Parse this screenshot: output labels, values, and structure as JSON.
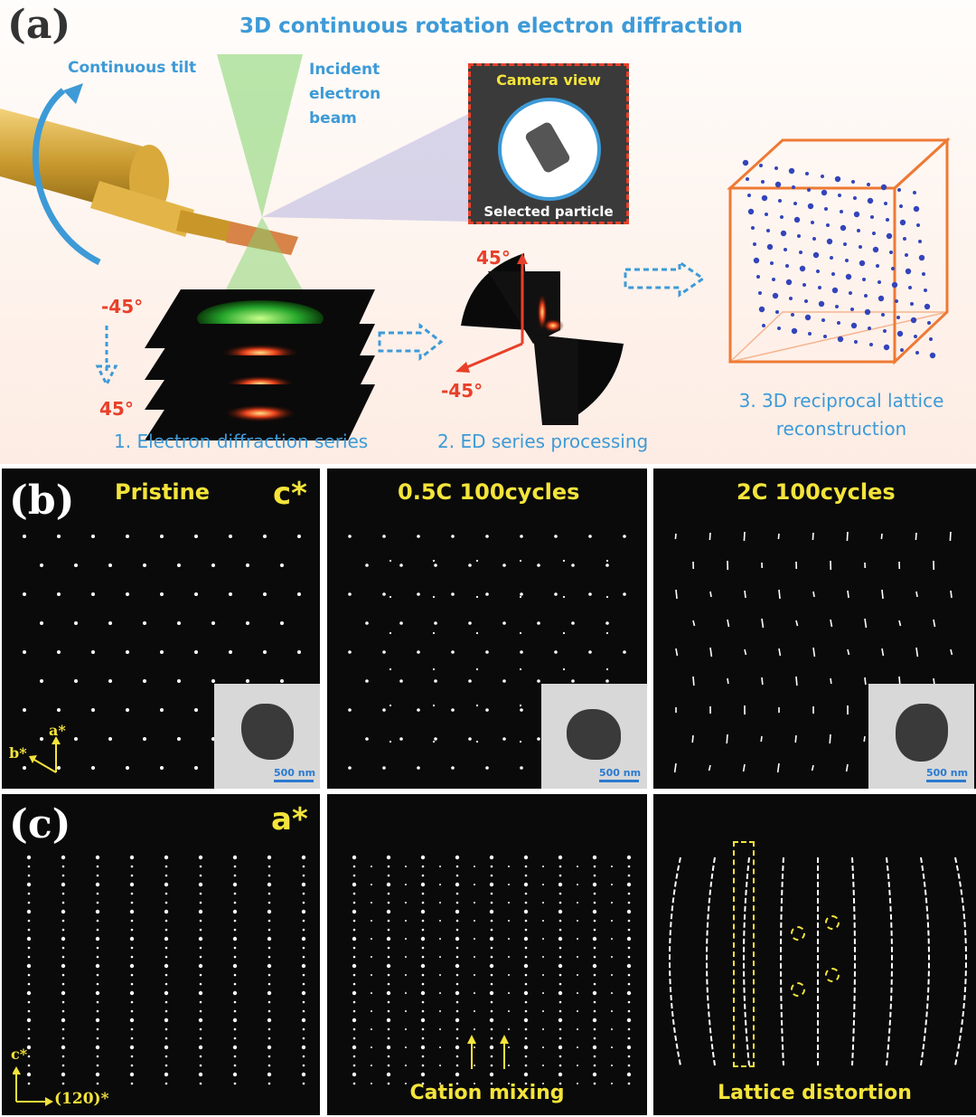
{
  "colors": {
    "blue_text": "#3d9ad7",
    "yellow_text": "#f4e43a",
    "red_text": "#e8402a",
    "panel_background": "#0a0a0a"
  },
  "panel_a": {
    "letter": "(a)",
    "title": "3D continuous rotation electron diffraction",
    "continuous_tilt": "Continuous tilt",
    "incident_beam": [
      "Incident",
      "electron",
      "beam"
    ],
    "camera_view": "Camera view",
    "selected_particle": "Selected particle",
    "angle_neg_left": "-45°",
    "angle_pos_left": "45°",
    "angle_pos_mid": "45°",
    "angle_neg_mid": "-45°",
    "step1": "1. Electron diffraction series",
    "step2": "2. ED series processing",
    "step3_line1": "3. 3D reciprocal lattice",
    "step3_line2": "reconstruction"
  },
  "panel_b": {
    "letter": "(b)",
    "axis": "c*",
    "titles": [
      "Pristine",
      "0.5C 100cycles",
      "2C 100cycles"
    ],
    "scale_bar": "500 nm",
    "axis_a": "a*",
    "axis_b": "b*"
  },
  "panel_c": {
    "letter": "(c)",
    "axis": "a*",
    "axis_c": "c*",
    "axis_120": "(120)*",
    "label_mid": "Cation mixing",
    "label_right": "Lattice distortion"
  }
}
